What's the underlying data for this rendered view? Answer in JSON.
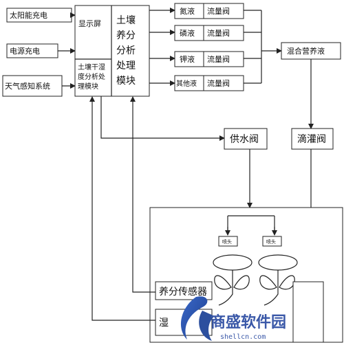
{
  "sources": {
    "solar": "太阳能充电",
    "power": "电源充电",
    "weather": "天气感知系统"
  },
  "controller": {
    "display": "显示屏",
    "moisture_module": [
      "土壤干湿",
      "度分析处",
      "理模块"
    ],
    "nutrient_module": [
      "土壤",
      "养分",
      "分析",
      "处理",
      "模块"
    ]
  },
  "liquids": [
    {
      "name": "氮液",
      "valve": "流量阀"
    },
    {
      "name": "磷液",
      "valve": "流量阀"
    },
    {
      "name": "钾液",
      "valve": "流量阀"
    },
    {
      "name": "其他液",
      "valve": "流量阀"
    }
  ],
  "mixed": "混合营养液",
  "drip_valve": "滴灌阀",
  "water_valve": "供水阀",
  "sprinklers": [
    "喷头",
    "喷头"
  ],
  "field": {
    "nutrient_sensor": "养分传感器",
    "moisture_sensor": "湿"
  },
  "watermark": {
    "title": "商盛软件园",
    "url": "shellcn.com"
  }
}
